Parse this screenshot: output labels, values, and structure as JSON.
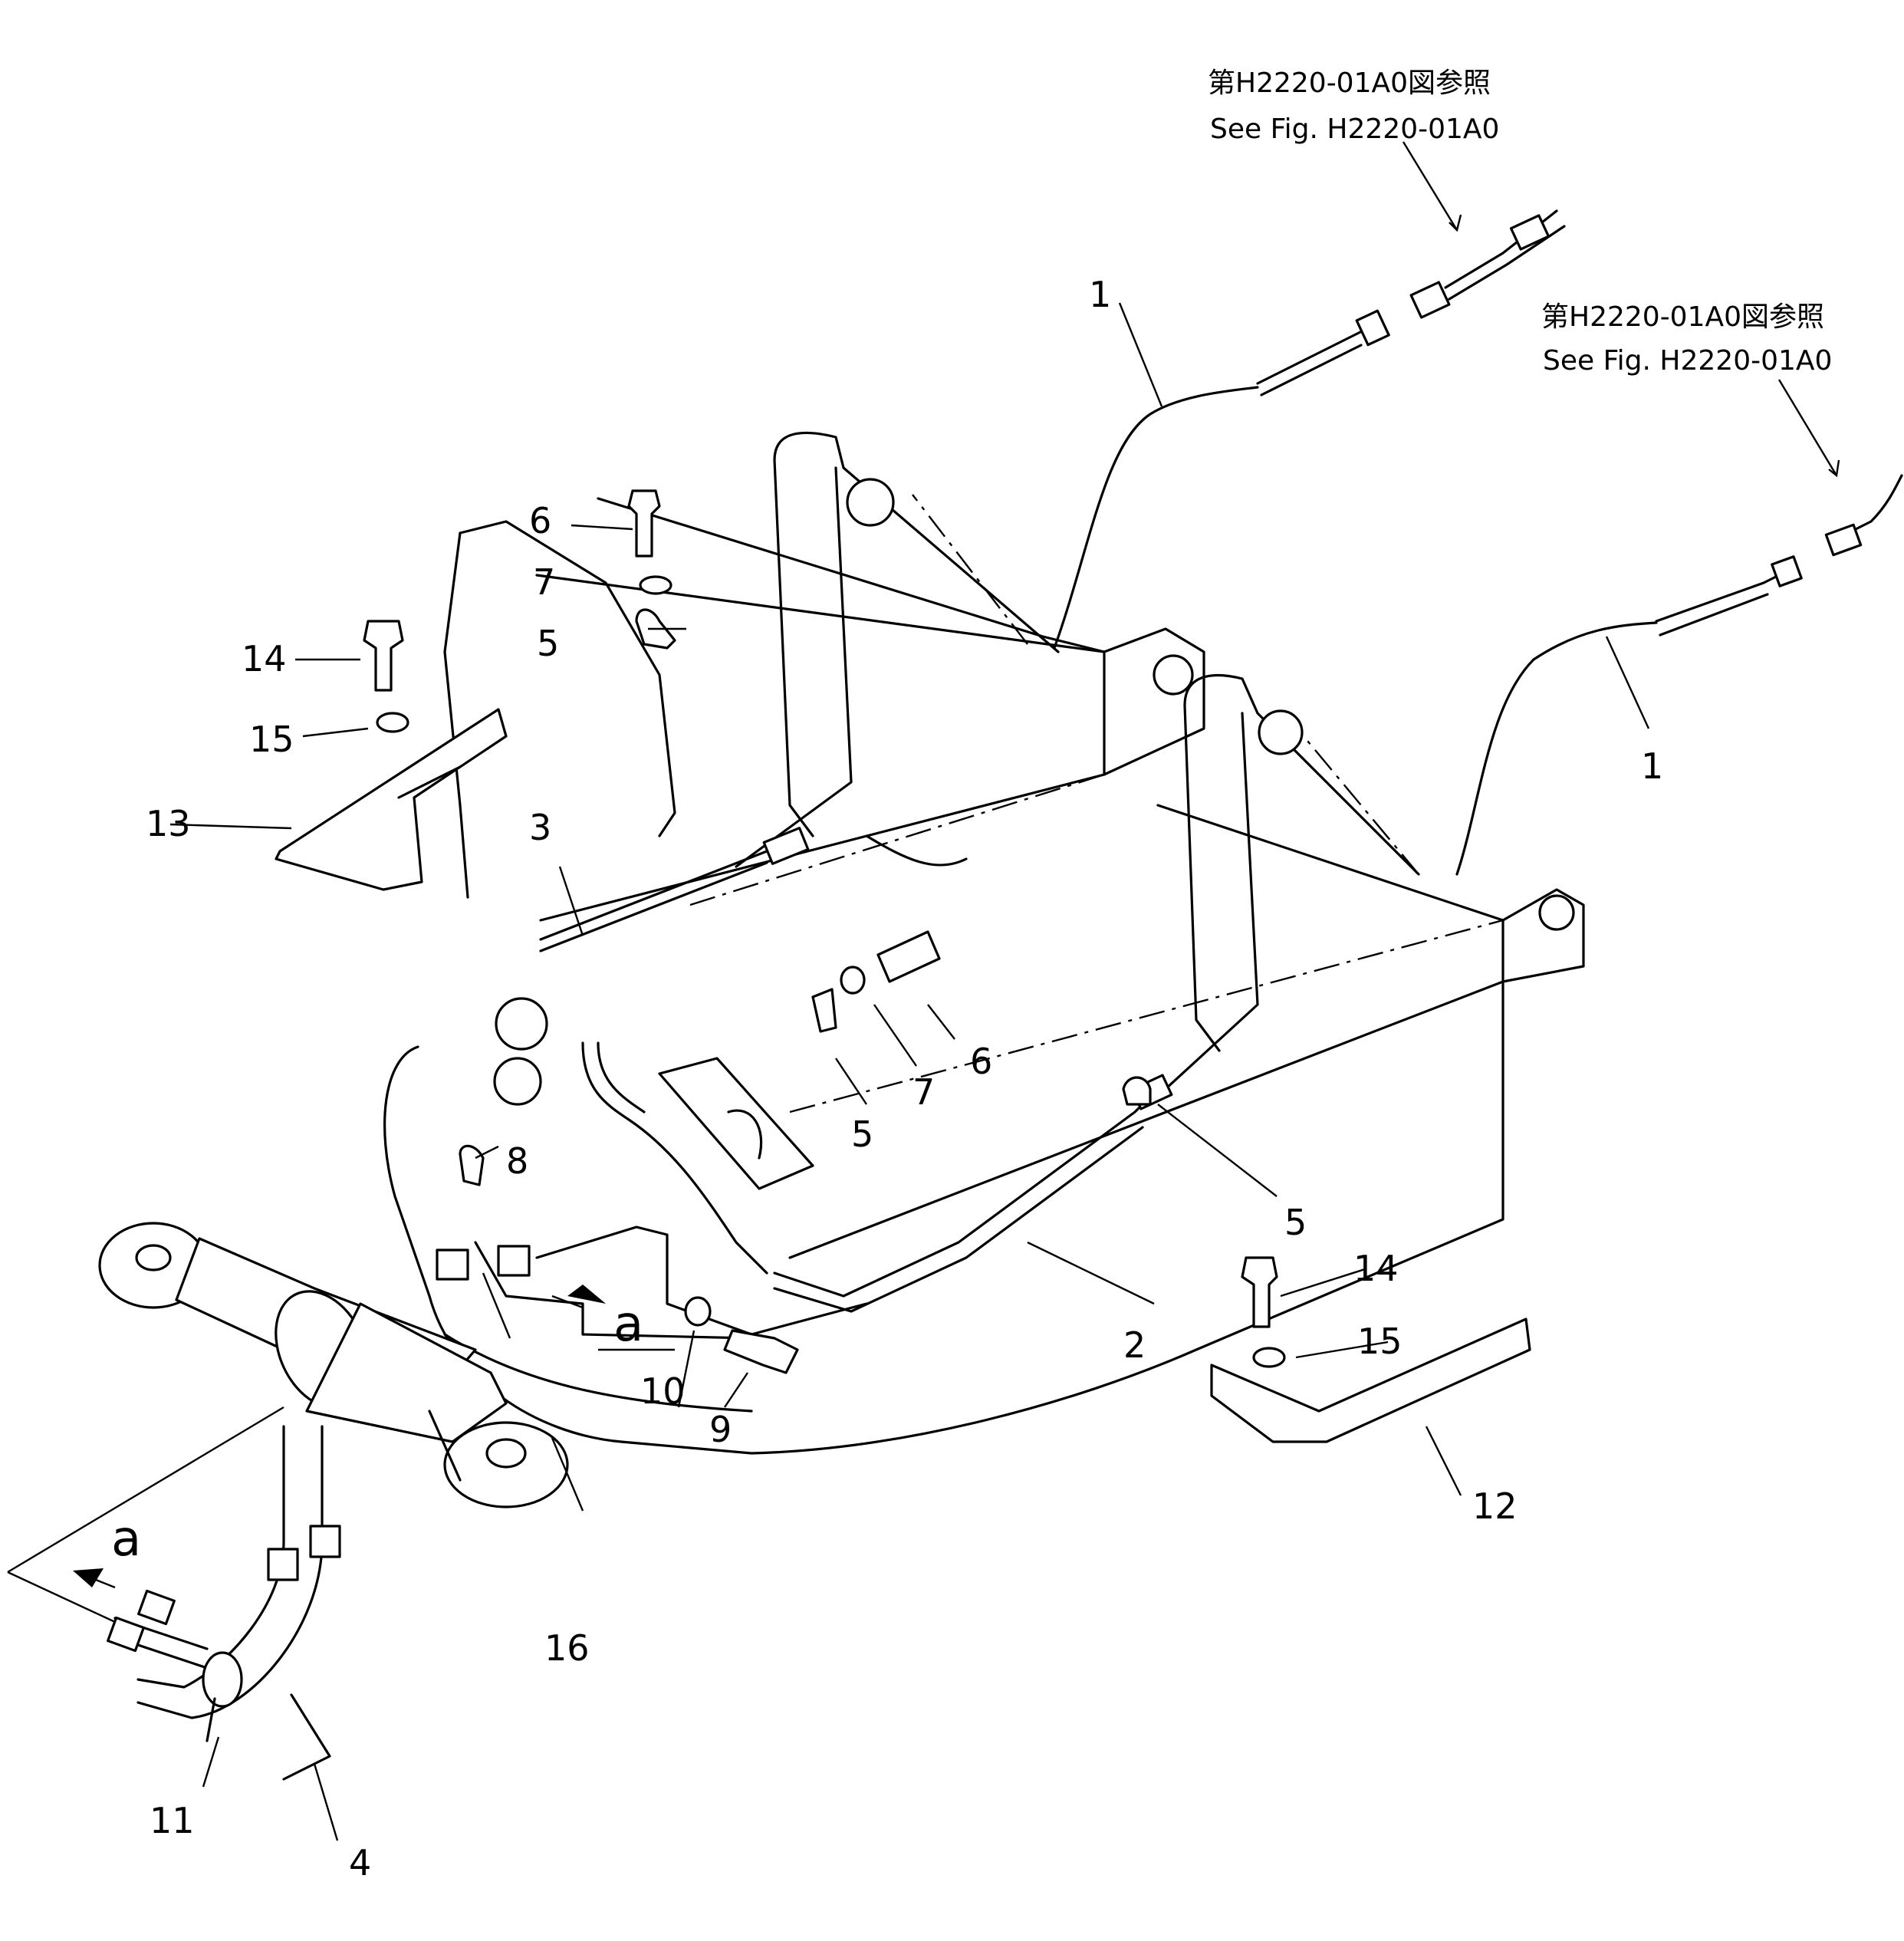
{
  "references": {
    "top": {
      "jp": "第H2220-01A0図参照",
      "en": "See Fig. H2220-01A0"
    },
    "right": {
      "jp": "第H2220-01A0図参照",
      "en": "See Fig. H2220-01A0"
    }
  },
  "callouts": {
    "c1a": "1",
    "c1b": "1",
    "c2": "2",
    "c3": "3",
    "c4": "4",
    "c5a": "5",
    "c5b": "5",
    "c5c": "5",
    "c6a": "6",
    "c6b": "6",
    "c7a": "7",
    "c7b": "7",
    "c8": "8",
    "c9": "9",
    "c10": "10",
    "c11": "11",
    "c12": "12",
    "c13": "13",
    "c14a": "14",
    "c14b": "14",
    "c15a": "15",
    "c15b": "15",
    "c16": "16"
  },
  "view_marks": {
    "a1": "a",
    "a2": "a"
  }
}
